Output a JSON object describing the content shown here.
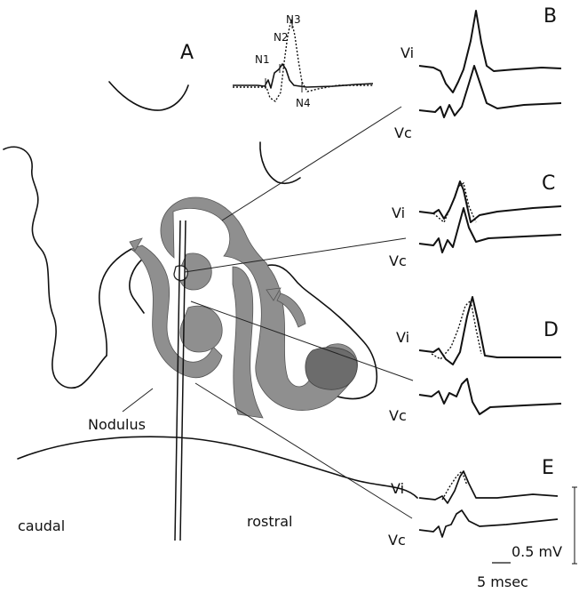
{
  "panels": {
    "a": "A",
    "b": "B",
    "c": "C",
    "d": "D",
    "e": "E"
  },
  "peaks": {
    "n1": "N1",
    "n2": "N2",
    "n3": "N3",
    "n4": "N4"
  },
  "traces": {
    "vi": "Vi",
    "vc": "Vc"
  },
  "anatomy": {
    "nodulus": "Nodulus",
    "caudal": "caudal",
    "rostral": "rostral"
  },
  "scale": {
    "voltage": "0.5 mV",
    "time": "5 msec"
  }
}
